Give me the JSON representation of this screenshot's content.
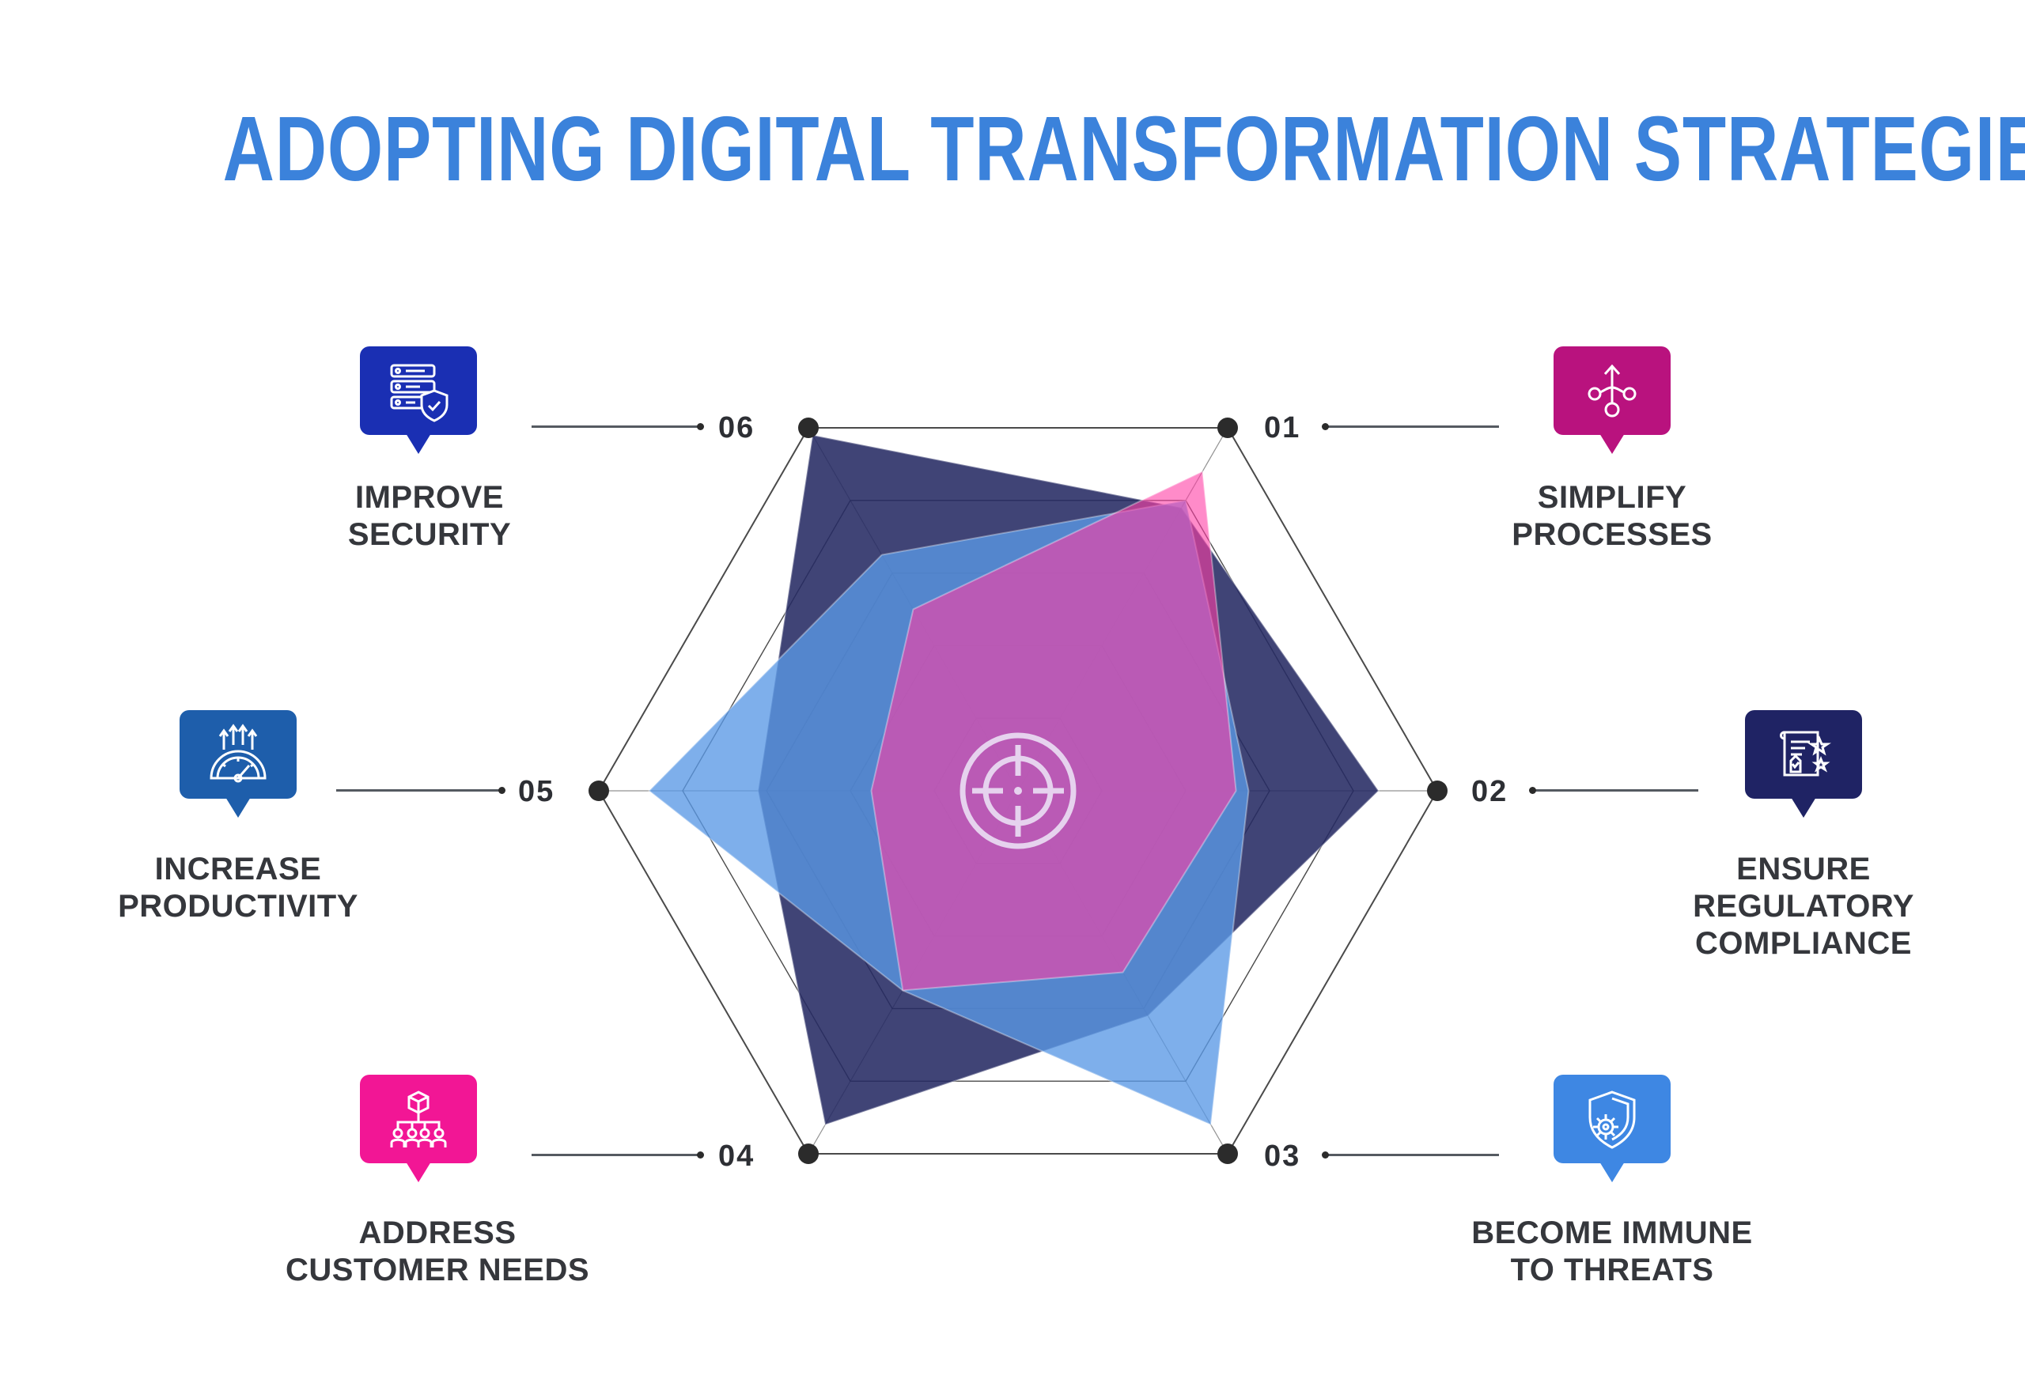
{
  "title": "ADOPTING DIGITAL TRANSFORMATION STRATEGIES",
  "colors": {
    "title": "#3b82db",
    "series_dark": "#262a63",
    "series_light": "#5a99e6",
    "series_pink": "#ff3ea5",
    "series_purple": "#9b3aa8",
    "grid": "#4a4a4a"
  },
  "chart_data": {
    "type": "radar",
    "axes": [
      "01",
      "02",
      "03",
      "04",
      "05",
      "06"
    ],
    "max": 1.0,
    "grid_levels": 5,
    "series": [
      {
        "color": "#262a63",
        "opacity": 0.88,
        "values": [
          0.78,
          0.86,
          0.62,
          0.92,
          0.62,
          0.98
        ]
      },
      {
        "color": "#5a99e6",
        "opacity": 0.78,
        "values": [
          0.8,
          0.55,
          0.92,
          0.55,
          0.88,
          0.65
        ]
      },
      {
        "color": "#ff3ea5",
        "opacity": 0.6,
        "values": [
          0.88,
          0.52,
          0.5,
          0.55,
          0.35,
          0.5
        ]
      }
    ]
  },
  "center_icon": "crosshair-target-icon",
  "categories": [
    {
      "num": "01",
      "label": [
        "SIMPLIFY",
        "PROCESSES"
      ],
      "icon": "process-flow-icon",
      "color": "#b9127e"
    },
    {
      "num": "02",
      "label": [
        "ENSURE",
        "REGULATORY",
        "COMPLIANCE"
      ],
      "icon": "compliance-document-icon",
      "color": "#1f2364"
    },
    {
      "num": "03",
      "label": [
        "BECOME IMMUNE",
        "TO THREATS"
      ],
      "icon": "shield-virus-icon",
      "color": "#3e87e3"
    },
    {
      "num": "04",
      "label": [
        "ADDRESS",
        "CUSTOMER NEEDS"
      ],
      "icon": "customer-network-icon",
      "color": "#f21695"
    },
    {
      "num": "05",
      "label": [
        "INCREASE",
        "PRODUCTIVITY"
      ],
      "icon": "speedometer-growth-icon",
      "color": "#1e5eab"
    },
    {
      "num": "06",
      "label": [
        "IMPROVE",
        "SECURITY"
      ],
      "icon": "server-shield-icon",
      "color": "#1a2fb3"
    }
  ]
}
